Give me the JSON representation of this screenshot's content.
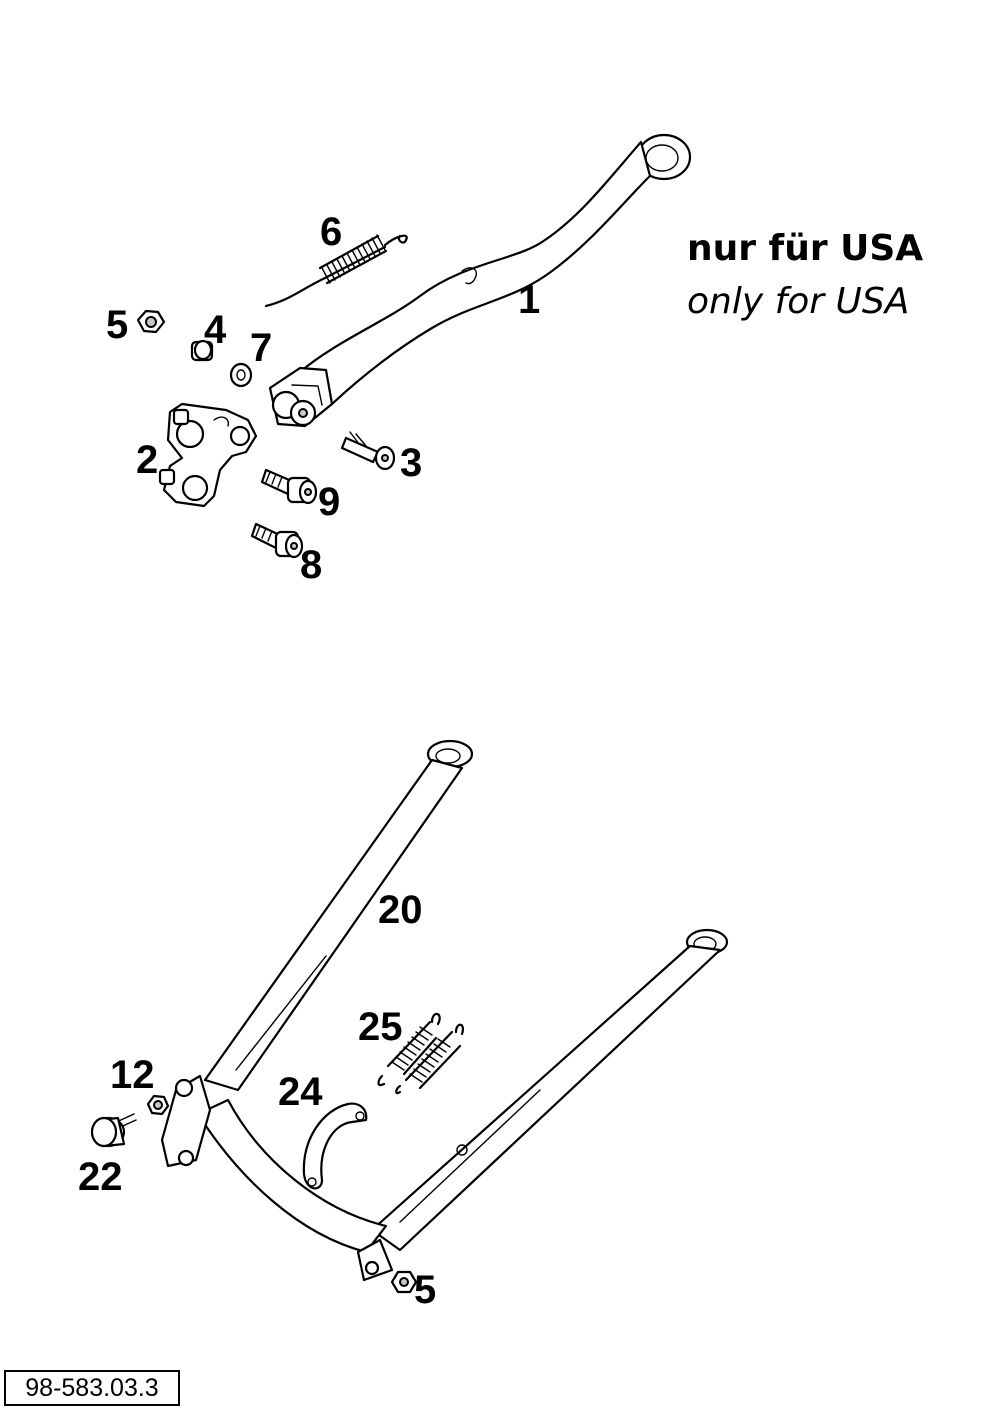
{
  "diagram": {
    "callouts": {
      "p1": "1",
      "p2": "2",
      "p3": "3",
      "p4": "4",
      "p5_top": "5",
      "p6": "6",
      "p7": "7",
      "p8": "8",
      "p9": "9",
      "p20": "20",
      "p25": "25",
      "p12": "12",
      "p24": "24",
      "p22": "22",
      "p5_bottom": "5"
    },
    "note": {
      "german": "nur für USA",
      "english": "only for USA"
    },
    "document_number": "98-583.03.3"
  }
}
